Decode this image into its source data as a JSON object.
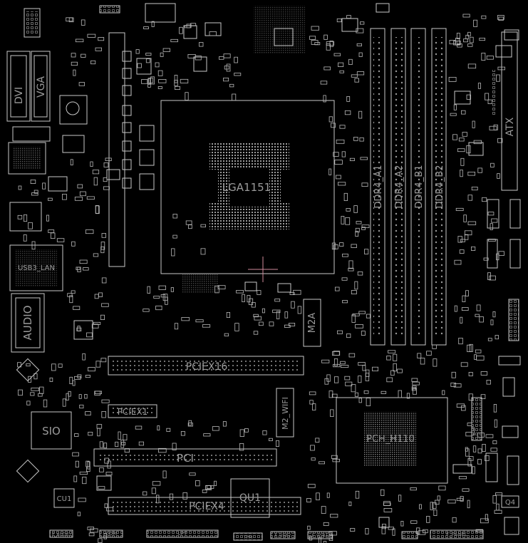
{
  "board": {
    "socket": "LGA1151",
    "chipset": "PCH_H110",
    "dimm_slots": [
      "DDR4_A1",
      "DDR4_A2",
      "DDR4_B1",
      "DDR4_B2"
    ],
    "expansion": {
      "pciex16": "PCIEX16",
      "pciex1": "PCIEX1",
      "pci": "PCI",
      "pciex4": "PCIEX4",
      "m2a": "M2A",
      "m2_wifi": "M2_WIFI"
    },
    "io": {
      "dvi": "DVI",
      "vga": "VGA",
      "usb3_lan": "USB3_LAN",
      "audio": "AUDIO",
      "atx": "ATX",
      "sio": "SIO",
      "qu1": "QU1",
      "cu1": "CU1",
      "q4": "Q4"
    },
    "headers": [
      "F_AUDIO",
      "COM",
      "LPT",
      "TPM",
      "F_USB2",
      "F_USB1",
      "F_PANEL"
    ],
    "colors": {
      "background": "#000000",
      "trace": "#c8c8c8",
      "label": "#9a9a9a",
      "marker": "#d08a9a"
    }
  }
}
